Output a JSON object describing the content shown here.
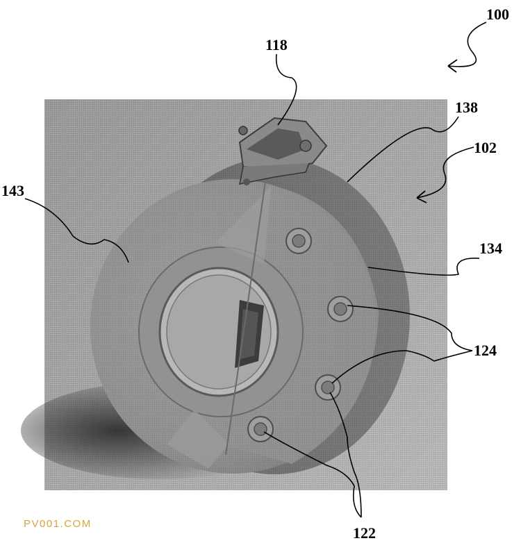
{
  "figure": {
    "labels": {
      "assembly": "100",
      "latch": "118",
      "rim": "138",
      "housing": "102",
      "side_face": "143",
      "front_plate": "134",
      "bolts_upper": "124",
      "bolts_lower": "122"
    }
  },
  "watermark": "PV001.COM",
  "colors": {
    "background": "#ffffff",
    "photo_backdrop": "#a2a2a2",
    "valve_body": "#8c8c8c",
    "shadow": "#3a3a3a",
    "watermark": "#d9a23a"
  }
}
